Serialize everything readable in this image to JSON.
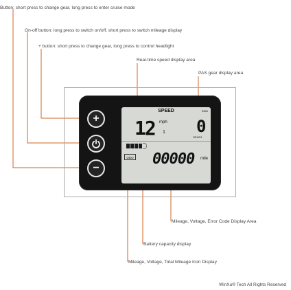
{
  "labels": {
    "m_button": "Button: short press to change gear, long press to enter cruise mode",
    "onoff_button": "On-off button: long press to switch on/off, short press to switch mileage display",
    "plus_button": "+ button: short press to change gear, long press to control headlight",
    "speed_area": "Real-time speed display area",
    "pas_area": "PAS gear display area",
    "mileage_area": "Mileage, Voltage, Error Code Display Area",
    "battery_area": "Battery capacity display",
    "icon_area": "Mileage, Voltage, Total Mileage Icon Display"
  },
  "display": {
    "header": "SPEED",
    "model_code": "S866",
    "speed_value": "12",
    "speed_unit": "mph",
    "sub_value": "1",
    "gear_value": "0",
    "gear_label": "GEAR1",
    "odo_icon": "ODO",
    "mileage_value": "00000",
    "mileage_unit": "mile",
    "battery_bars": 4
  },
  "buttons": {
    "plus_symbol": "+",
    "power_icon": "power-icon",
    "minus_symbol": "−"
  },
  "copyright": "WinXu® Tech All Rights Reserved",
  "colors": {
    "leader_line": "#d0661f",
    "device_body": "#141414",
    "lcd": "#d7d9d5"
  }
}
